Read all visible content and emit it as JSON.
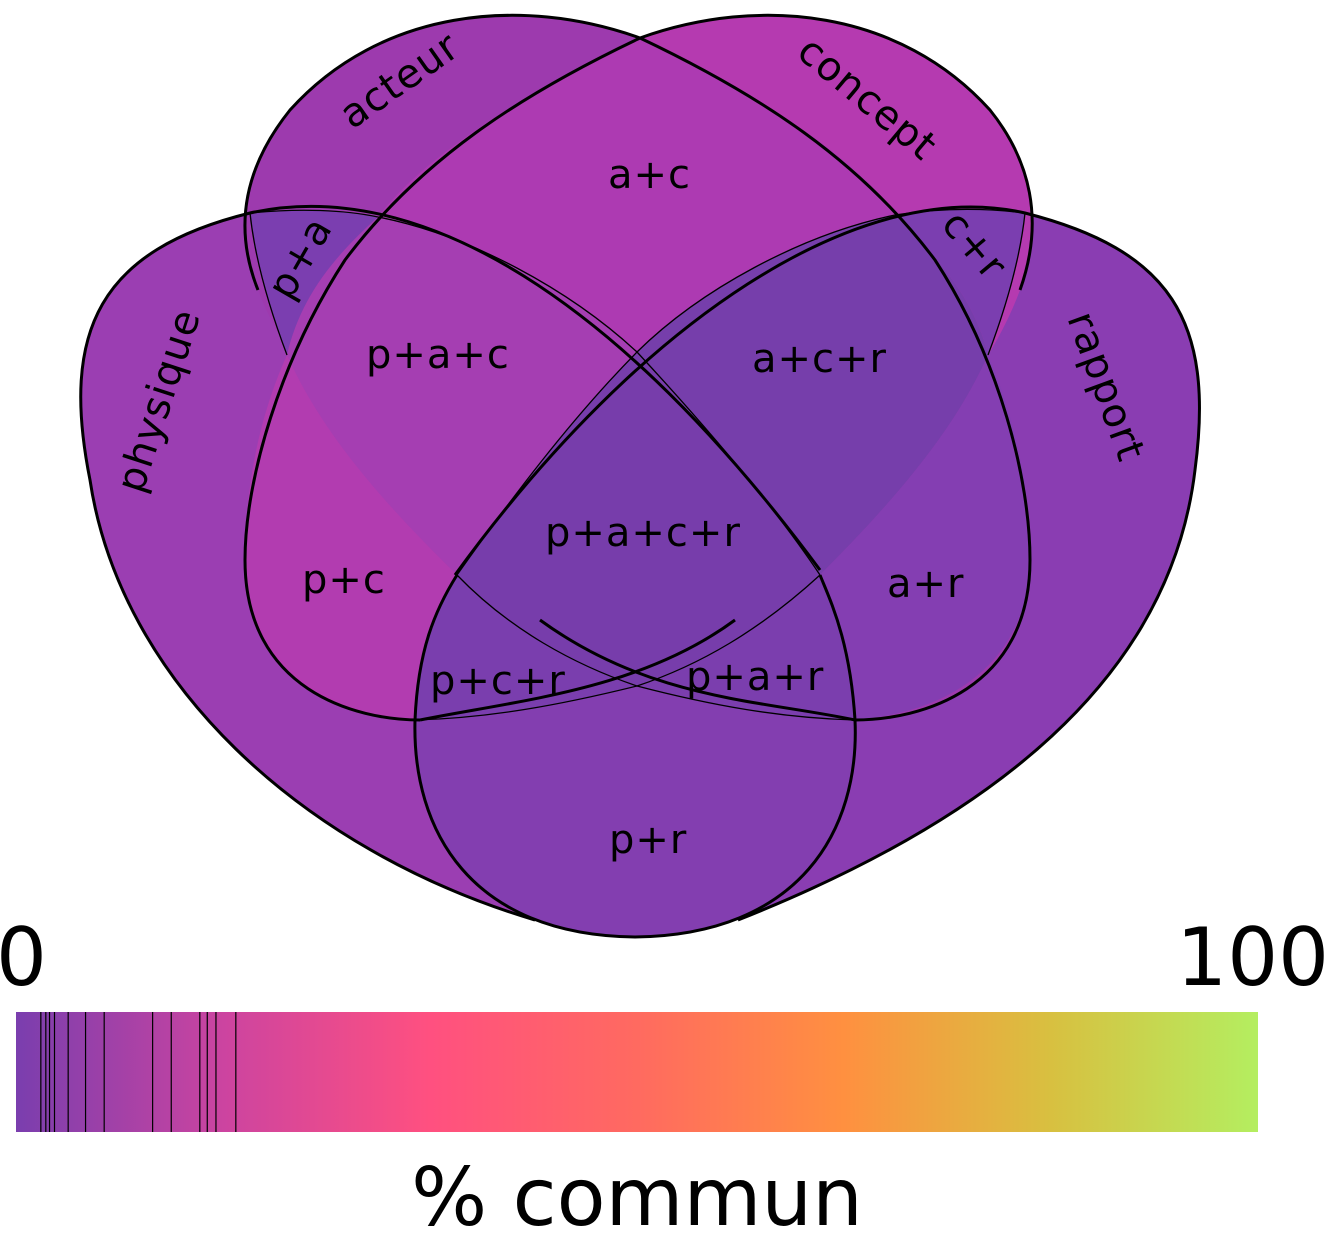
{
  "sets": {
    "physique": {
      "label": "physique",
      "color": "#9b3eb2"
    },
    "acteur": {
      "label": "acteur",
      "color": "#9d3aae"
    },
    "concept": {
      "label": "concept",
      "color": "#b53ab0"
    },
    "rapport": {
      "label": "rapport",
      "color": "#8a3db2"
    }
  },
  "regions": {
    "p_a": {
      "label": "p+a",
      "color": "#7b3eb0"
    },
    "a_c": {
      "label": "a+c",
      "color": "#ad3ab2"
    },
    "c_r": {
      "label": "c+r",
      "color": "#7b3eb0"
    },
    "p_c": {
      "label": "p+c",
      "color": "#b23cb0"
    },
    "a_r": {
      "label": "a+r",
      "color": "#843eb2"
    },
    "p_r": {
      "label": "p+r",
      "color": "#833eb0"
    },
    "p_a_c": {
      "label": "p+a+c",
      "color": "#a53eb2"
    },
    "a_c_r": {
      "label": "a+c+r",
      "color": "#763eab"
    },
    "p_c_r": {
      "label": "p+c+r",
      "color": "#7a3eae"
    },
    "p_a_r": {
      "label": "p+a+r",
      "color": "#7b3eae"
    },
    "p_a_c_r": {
      "label": "p+a+c+r",
      "color": "#773dab"
    }
  },
  "colorbar": {
    "min_label": "0",
    "max_label": "100",
    "title": "% commun",
    "gradient": [
      "#7a3eae",
      "#cc44a0",
      "#ff5080",
      "#ff6a60",
      "#ff9040",
      "#d8c040",
      "#b4ee60"
    ],
    "tick_values": [
      2,
      2.4,
      2.7,
      3.1,
      4.2,
      5.6,
      7.1,
      11,
      12.5,
      14.8,
      15.4,
      16.1,
      17.7
    ]
  }
}
